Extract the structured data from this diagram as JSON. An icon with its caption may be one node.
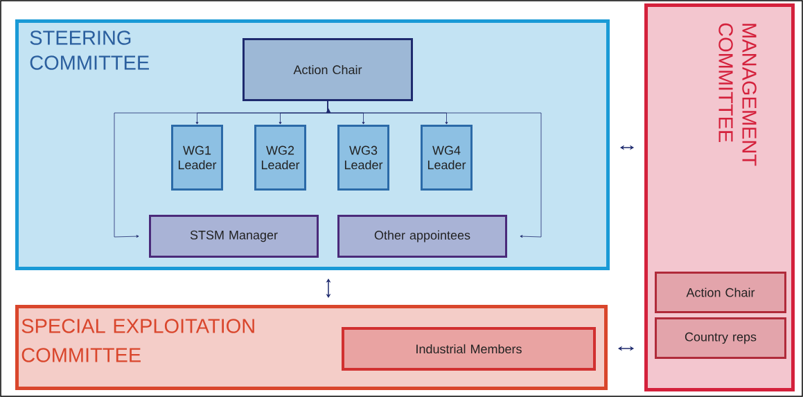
{
  "diagram": {
    "nodes": [
      {
        "text": [
          "STEERING COMMITTEE"
        ]
      },
      {
        "text": [
          "Action Chair"
        ],
        "in": 0
      },
      {
        "text": [
          "WG1 Leader"
        ],
        "in": 0
      },
      {
        "text": [
          "WG2 Leader"
        ],
        "in": 0
      },
      {
        "text": [
          "WG3 Leader"
        ],
        "in": 0
      },
      {
        "text": [
          "WG4 Leader"
        ],
        "in": 0
      },
      {
        "text": [
          "STSM Manager"
        ],
        "in": 0
      },
      {
        "text": [
          "Other appointees"
        ],
        "in": 0
      },
      {
        "text": [
          "SPECIAL EXPLOITATION COMMITTEE"
        ]
      },
      {
        "text": [
          "Industrial Members"
        ],
        "in": 8
      },
      {
        "text": [
          "MANAGEMENT COMMITTEE"
        ]
      },
      {
        "text": [
          "Action Chair"
        ],
        "in": 10
      },
      {
        "text": [
          "Country reps"
        ],
        "in": 10
      }
    ],
    "edges": [
      {
        "from": 1,
        "to": 2,
        "arrow": "to"
      },
      {
        "from": 1,
        "to": 3,
        "arrow": "to"
      },
      {
        "from": 1,
        "to": 4,
        "arrow": "to"
      },
      {
        "from": 1,
        "to": 5,
        "arrow": "to"
      },
      {
        "from": 1,
        "to": 6,
        "arrow": "to"
      },
      {
        "from": 1,
        "to": 7,
        "arrow": "to"
      },
      {
        "from": 0,
        "to": 8,
        "arrow": "both"
      },
      {
        "from": 0,
        "to": 10,
        "arrow": "both"
      },
      {
        "from": 8,
        "to": 10,
        "arrow": "both"
      }
    ]
  }
}
